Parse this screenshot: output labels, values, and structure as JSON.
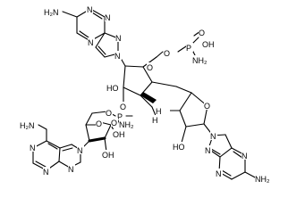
{
  "molecule": {
    "labels": {
      "nh2_top": "H₂N",
      "nh2_left": "H₂N",
      "nh2_right": "NH₂",
      "nh2_phos_top": "NH₂",
      "nh2_phos_mid": "NH₂",
      "n": "N",
      "o": "O",
      "p": "P",
      "ho": "HO",
      "oh": "OH",
      "o_minus": "O",
      "h": "H"
    }
  }
}
